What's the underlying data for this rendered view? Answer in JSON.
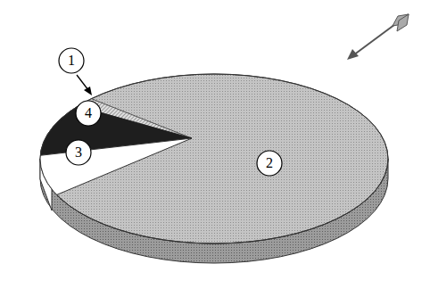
{
  "diagram": {
    "nodes": [
      {
        "text": [
          "1"
        ]
      },
      {
        "text": [
          "4"
        ]
      },
      {
        "text": [
          "3"
        ]
      },
      {
        "text": [
          "2"
        ]
      }
    ]
  }
}
